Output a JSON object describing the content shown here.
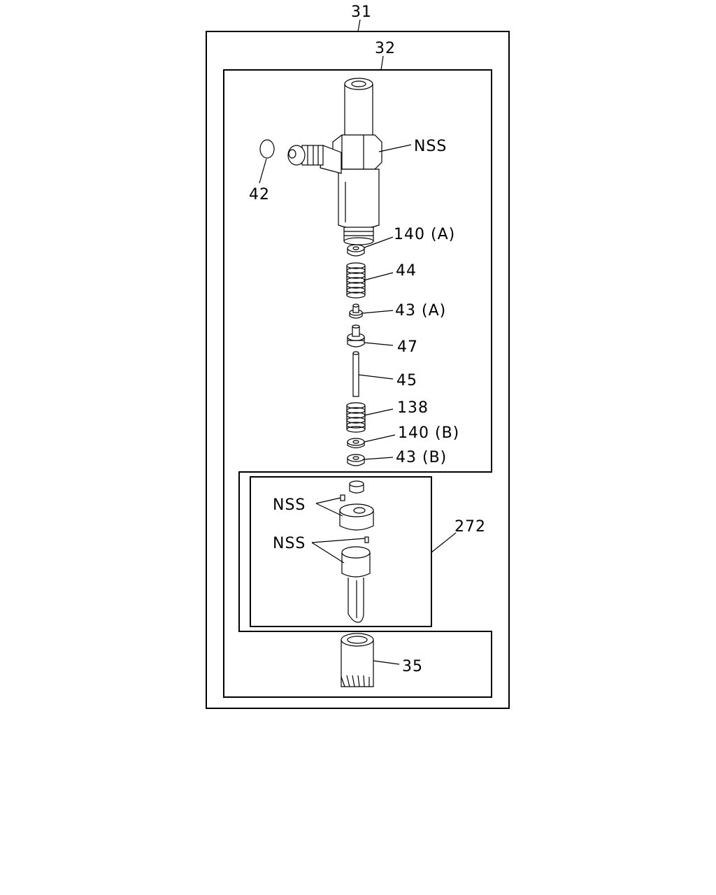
{
  "diagram": {
    "labels": {
      "assembly_31": "31",
      "assembly_32": "32",
      "nss_top": "NSS",
      "part_42": "42",
      "part_140a": "140 (A)",
      "part_44": "44",
      "part_43a": "43 (A)",
      "part_47": "47",
      "part_45": "45",
      "part_138": "138",
      "part_140b": "140 (B)",
      "part_43b": "43 (B)",
      "nss_mid_1": "NSS",
      "nss_mid_2": "NSS",
      "assembly_272": "272",
      "part_35": "35"
    }
  }
}
